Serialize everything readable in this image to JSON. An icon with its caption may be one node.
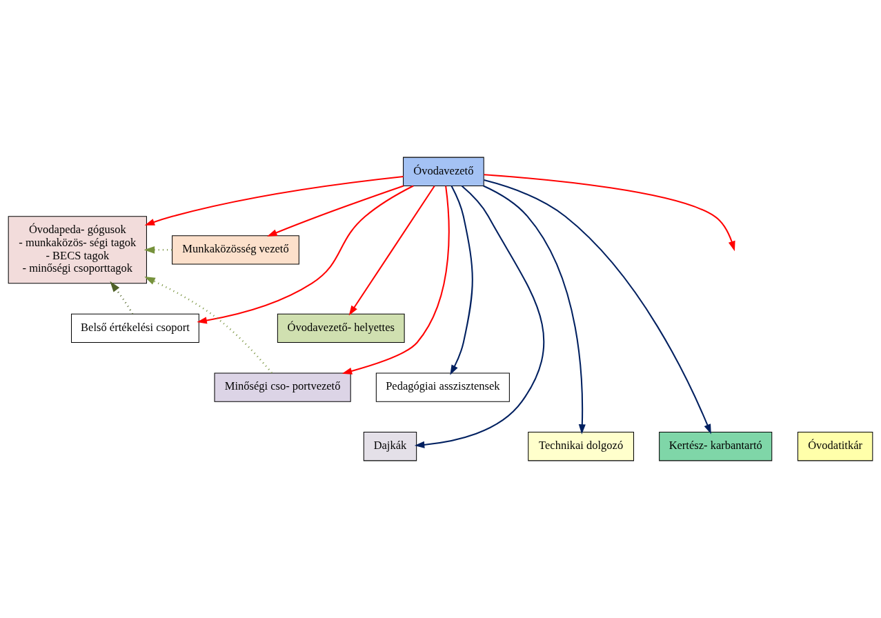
{
  "diagram": {
    "nodes": [
      {
        "text": [
          "Óvodavezető"
        ]
      },
      {
        "text": [
          "Óvodapeda- gógusok",
          "- munkaközös- ségi tagok",
          "- BECS tagok",
          "- minőségi csoporttagok"
        ]
      },
      {
        "text": [
          "Munkaközösség vezető"
        ]
      },
      {
        "text": [
          "Belső értékelési csoport"
        ]
      },
      {
        "text": [
          "Óvodavezető- helyettes"
        ]
      },
      {
        "text": [
          "Minőségi cso- portvezető"
        ]
      },
      {
        "text": [
          "Pedagógiai asszisztensek"
        ]
      },
      {
        "text": [
          "Dajkák"
        ]
      },
      {
        "text": [
          "Technikai dolgozó"
        ]
      },
      {
        "text": [
          "Kertész- karbantartó"
        ]
      },
      {
        "text": [
          "Óvodatitkár"
        ]
      }
    ],
    "edges": [
      {
        "from": 0,
        "to": 1,
        "arrow": "to"
      },
      {
        "from": 0,
        "to": 2,
        "arrow": "to"
      },
      {
        "from": 0,
        "to": 3,
        "arrow": "to"
      },
      {
        "from": 0,
        "to": 4,
        "arrow": "to"
      },
      {
        "from": 0,
        "to": 5,
        "arrow": "to"
      },
      {
        "from": 0,
        "to": null,
        "arrow": "to"
      },
      {
        "from": 0,
        "to": 6,
        "arrow": "to",
        "color": "#002060"
      },
      {
        "from": 0,
        "to": 7,
        "arrow": "to",
        "color": "#002060"
      },
      {
        "from": 0,
        "to": 8,
        "arrow": "to",
        "color": "#002060"
      },
      {
        "from": 0,
        "to": 9,
        "arrow": "to",
        "color": "#002060"
      },
      {
        "from": 2,
        "to": 1,
        "arrow": "to",
        "style": "dashed",
        "color": "#76923c"
      },
      {
        "from": 3,
        "to": 1,
        "arrow": "to",
        "style": "dashed",
        "color": "#4f6228"
      },
      {
        "from": 5,
        "to": 1,
        "arrow": "to",
        "style": "dashed",
        "color": "#76923c"
      }
    ]
  }
}
